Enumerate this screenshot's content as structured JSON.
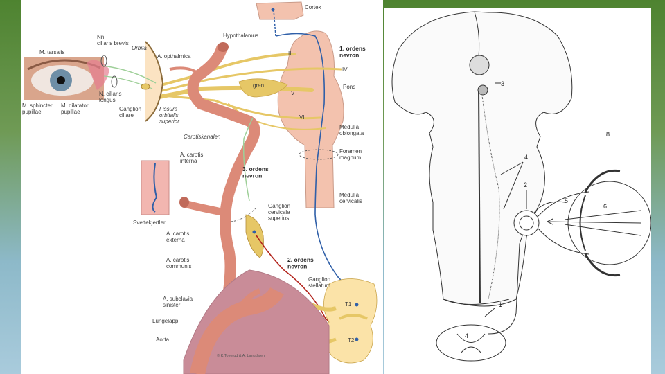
{
  "colors": {
    "bg_green": "#5a8a3a",
    "bg_blue": "#9ec3d8",
    "artery": "#dc8a78",
    "brainstem": "#f3c2ae",
    "nerve": "#e6c766",
    "neuron_blue": "#2f5fa8",
    "neuron_red": "#b3261e",
    "neuron_green": "#9ecf98"
  },
  "left_diagram": {
    "labels": {
      "cortex": "Cortex",
      "hypothalamus": "Hypothalamus",
      "first_neuron": "1. ordens\nnevron",
      "nn_ciliaris_brevis": "Nn\nciliaris brevis",
      "orbita": "Orbita",
      "m_tarsalis": "M. tarsalis",
      "a_opthalmica": "A. opthalmica",
      "n_ciliaris_longus": "N. ciliaris\nlongus",
      "m_sphincter": "M. sphincter\npupillae",
      "m_dilatator": "M. dilatator\npupillae",
      "ganglion_ciliare": "Ganglion\nciliare",
      "fissura": "Fissura\norbitalis\nsuperior",
      "gren": "gren",
      "pons": "Pons",
      "medulla_oblongata": "Medulla\noblongata",
      "carotiskanalen": "Carotiskanalen",
      "a_carotis_interna": "A. carotis\ninterna",
      "foramen_magnum": "Foramen\nmagnum",
      "third_neuron": "3. ordens\nnevron",
      "medulla_cervicalis": "Medulla\ncervicalis",
      "svettekjertler": "Svettekjertler",
      "ganglion_cervicale": "Ganglion\ncervicale\nsuperius",
      "a_carotis_externa": "A. carotis\nexterna",
      "a_carotis_communis": "A. carotis\ncommunis",
      "second_neuron": "2. ordens\nnevron",
      "ganglion_stellatum": "Ganglion\nstellatum",
      "a_subclavia": "A. subclavia\nsinister",
      "lungelapp": "Lungelapp",
      "aorta": "Aorta",
      "credit": "© K.Toverud & A. Langdalen",
      "cn_iii": "III",
      "cn_iv": "IV",
      "cn_v": "V",
      "cn_vi": "VI",
      "t1": "T1",
      "t2": "T2"
    }
  },
  "right_diagram": {
    "numbers": [
      "1",
      "2",
      "3",
      "4",
      "4",
      "5",
      "6",
      "8"
    ]
  }
}
